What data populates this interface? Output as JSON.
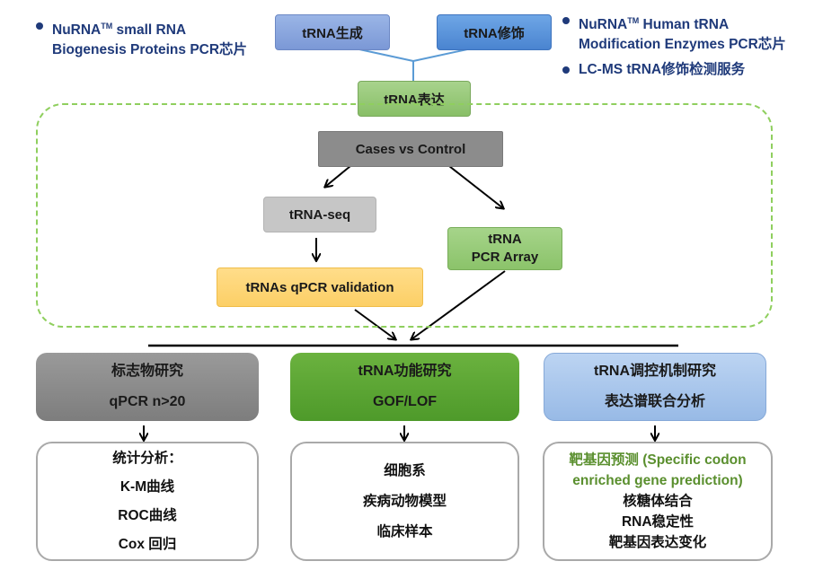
{
  "left_notes": [
    {
      "line1_prefix": "NuRNA",
      "line1_sup": "TM",
      "line1_suffix": " small RNA",
      "line2": "Biogenesis Proteins PCR芯片"
    }
  ],
  "right_notes": [
    {
      "line1_prefix": "NuRNA",
      "line1_sup": "TM",
      "line1_suffix": " Human tRNA",
      "line2": "Modification Enzymes PCR芯片"
    },
    {
      "line1": "LC-MS tRNA修饰检测服务"
    }
  ],
  "top_boxes": {
    "biogenesis": "tRNA生成",
    "modification": "tRNA修饰",
    "expression": "tRNA表达"
  },
  "workflow": {
    "cases_vs_control": "Cases vs Control",
    "trna_seq": "tRNA-seq",
    "pcr_array_line1": "tRNA",
    "pcr_array_line2": "PCR Array",
    "qpcr_validation": "tRNAs qPCR validation"
  },
  "categories": [
    {
      "title": "标志物研究",
      "subtitle": "qPCR n>20"
    },
    {
      "title": "tRNA功能研究",
      "subtitle": "GOF/LOF"
    },
    {
      "title": "tRNA调控机制研究",
      "subtitle": "表达谱联合分析"
    }
  ],
  "outcomes": [
    {
      "items": [
        "统计分析：",
        "K-M曲线",
        "ROC曲线",
        "Cox 回归"
      ]
    },
    {
      "items": [
        "细胞系",
        "疾病动物模型",
        "临床样本"
      ]
    },
    {
      "highlight_line1": "靶基因预测 (Specific codon",
      "highlight_line2": "enriched gene prediction)",
      "items": [
        "核糖体结合",
        "RNA稳定性",
        "靶基因表达变化"
      ]
    }
  ],
  "colors": {
    "note_text": "#1f3a7a",
    "dashed_border": "#8fcf5e",
    "highlight_green": "#5a8f2e",
    "connector_blue": "#5b9bd5"
  }
}
